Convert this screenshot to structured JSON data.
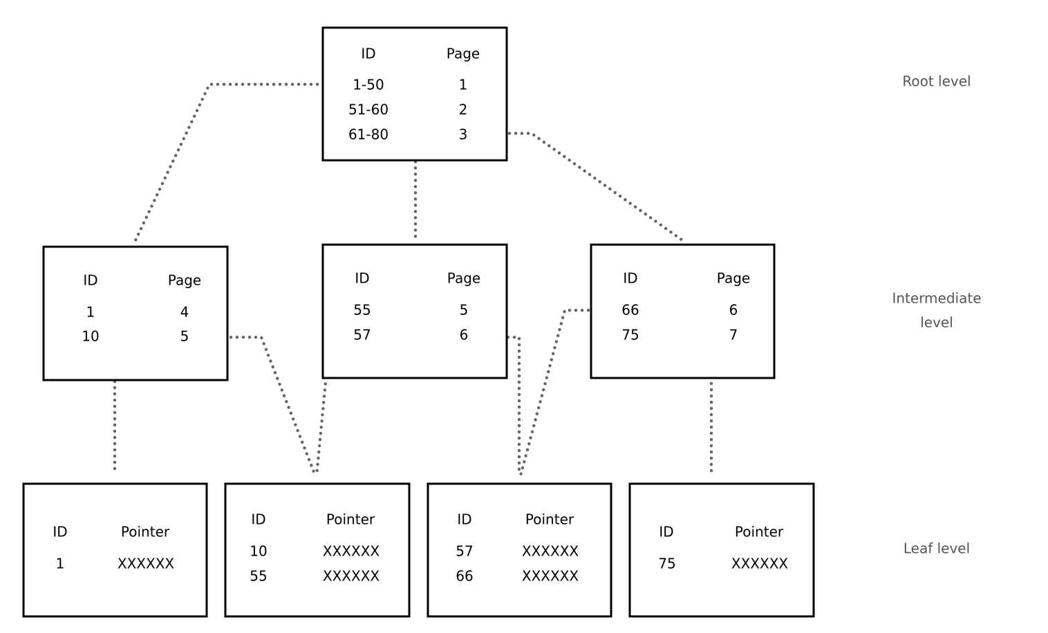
{
  "levels": {
    "root": "Root level",
    "intermediate": [
      "Intermediate",
      "level"
    ],
    "leaf": "Leaf level"
  },
  "root_node": {
    "headers": [
      "ID",
      "Page"
    ],
    "rows": [
      [
        "1-50",
        "1"
      ],
      [
        "51-60",
        "2"
      ],
      [
        "61-80",
        "3"
      ]
    ]
  },
  "intermediate_nodes": [
    {
      "headers": [
        "ID",
        "Page"
      ],
      "rows": [
        [
          "1",
          "4"
        ],
        [
          "10",
          "5"
        ]
      ]
    },
    {
      "headers": [
        "ID",
        "Page"
      ],
      "rows": [
        [
          "55",
          "5"
        ],
        [
          "57",
          "6"
        ]
      ]
    },
    {
      "headers": [
        "ID",
        "Page"
      ],
      "rows": [
        [
          "66",
          "6"
        ],
        [
          "75",
          "7"
        ]
      ]
    }
  ],
  "leaf_nodes": [
    {
      "headers": [
        "ID",
        "Pointer"
      ],
      "rows": [
        [
          "1",
          "XXXXXX"
        ]
      ]
    },
    {
      "headers": [
        "ID",
        "Pointer"
      ],
      "rows": [
        [
          "10",
          "XXXXXX"
        ],
        [
          "55",
          "XXXXXX"
        ]
      ]
    },
    {
      "headers": [
        "ID",
        "Pointer"
      ],
      "rows": [
        [
          "57",
          "XXXXXX"
        ],
        [
          "66",
          "XXXXXX"
        ]
      ]
    },
    {
      "headers": [
        "ID",
        "Pointer"
      ],
      "rows": [
        [
          "75",
          "XXXXXX"
        ]
      ]
    }
  ]
}
